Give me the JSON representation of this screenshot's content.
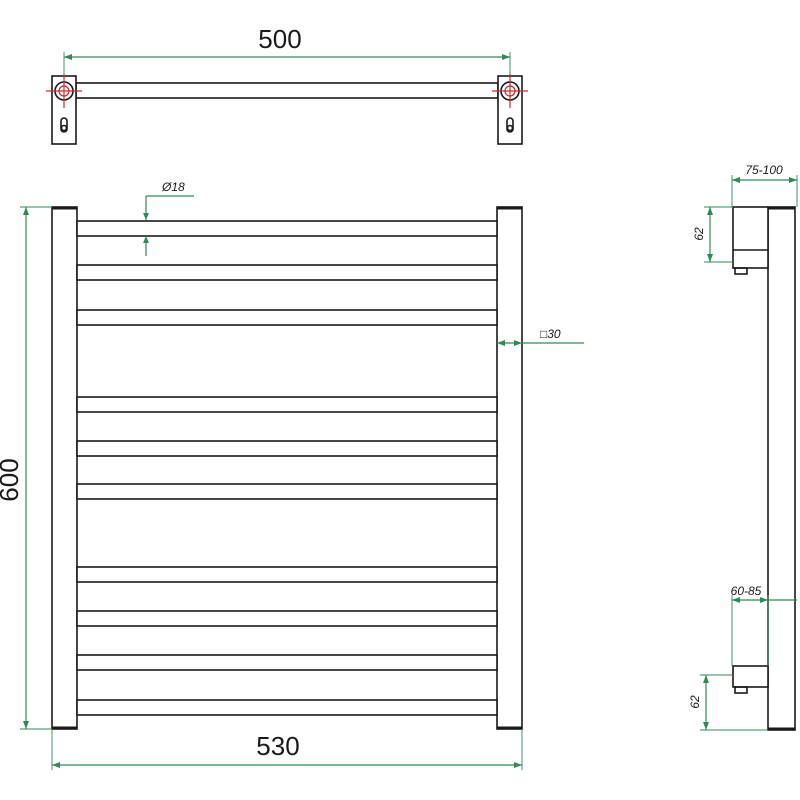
{
  "dimensions": {
    "top_width": "500",
    "overall_width": "530",
    "height": "600",
    "tube_diameter": "Ø18",
    "post_section": "□30",
    "wall_offset_top": "75-100",
    "wall_offset_bottom": "60-85",
    "bracket_height_top": "62",
    "bracket_height_bottom": "62"
  },
  "colors": {
    "dimension": "#2e8b57",
    "outline": "#1a1a1a",
    "centerline": "#cc2a2a"
  }
}
